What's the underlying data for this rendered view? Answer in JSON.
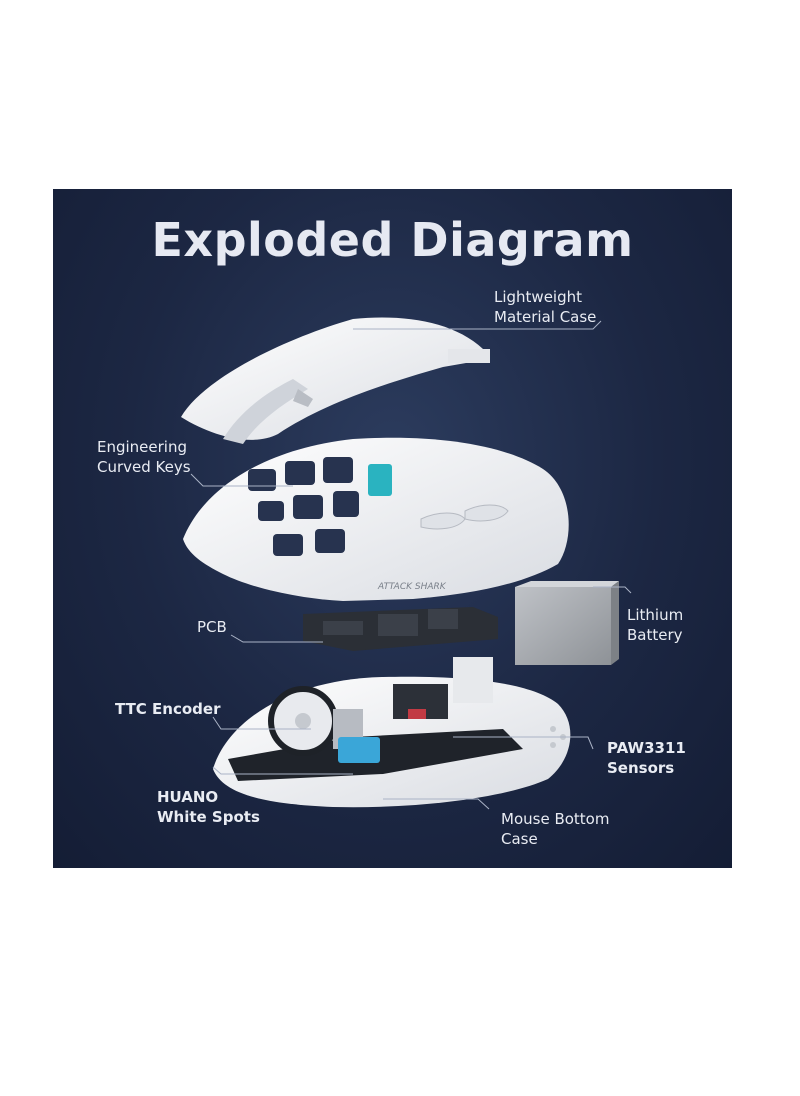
{
  "title": "Exploded Diagram",
  "brand_mark": "ATTACK SHARK",
  "labels": {
    "lightweight_case": [
      "Lightweight",
      "Material Case"
    ],
    "curved_keys": [
      "Engineering",
      "Curved Keys"
    ],
    "pcb": [
      "PCB"
    ],
    "battery": [
      "Lithium",
      "Battery"
    ],
    "encoder": [
      "TTC Encoder"
    ],
    "sensors": [
      "PAW3311",
      "Sensors"
    ],
    "white_spots": [
      "HUANO",
      "White Spots"
    ],
    "bottom_case": [
      "Mouse Bottom",
      "Case"
    ]
  },
  "colors": {
    "panel_bg": "#1c2743",
    "text": "#e9ecf3",
    "leader_line": "#aab3c6",
    "shell": "#f1f2f4",
    "accent_cyan": "#2ab3c0",
    "switch_blue": "#3aa6d8"
  }
}
